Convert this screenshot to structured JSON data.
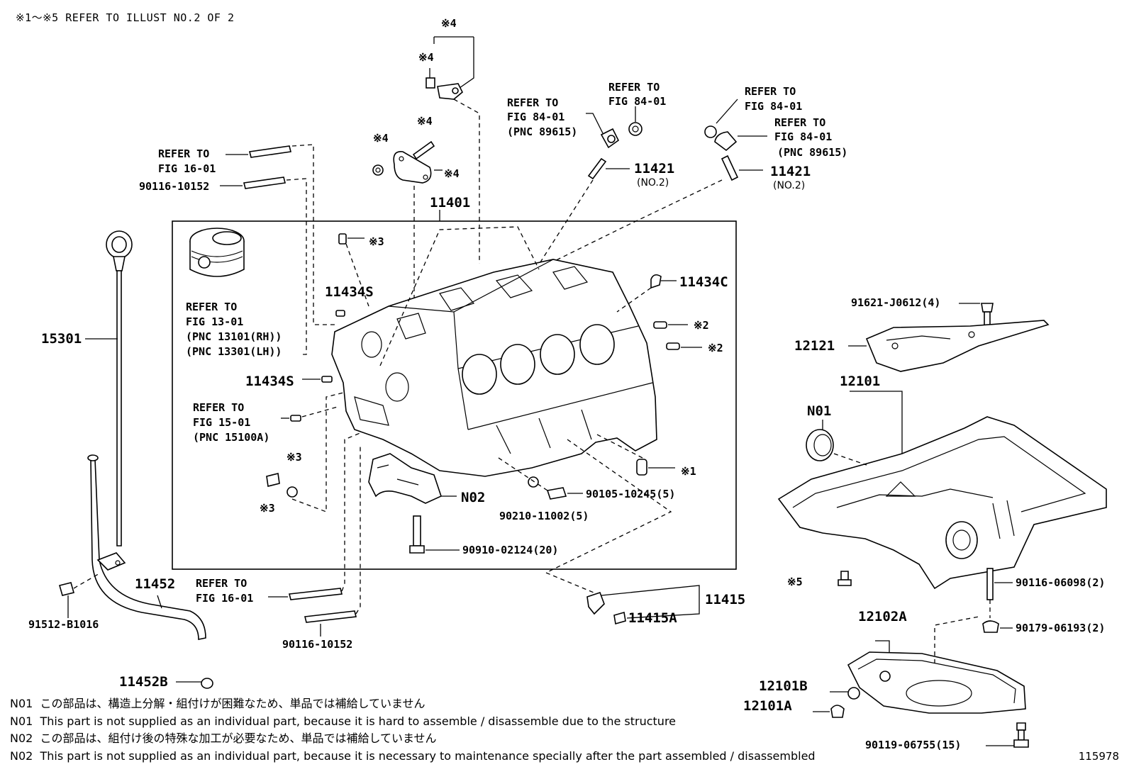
{
  "header_note": "※1～※5 REFER TO ILLUST NO.2 OF 2",
  "figure_number": "115978",
  "labels": {
    "m4_top": "※4",
    "m4_a": "※4",
    "m4_b": "※4",
    "m4_c": "※4",
    "m4_d": "※4",
    "m3_a": "※3",
    "m3_b": "※3",
    "m3_c": "※3",
    "m2_a": "※2",
    "m2_b": "※2",
    "m1": "※1",
    "m5": "※5",
    "refer_to": "REFER TO",
    "fig_16_01": "FIG 16-01",
    "fig_84_01": "FIG 84-01",
    "fig_13_01": "FIG 13-01",
    "fig_15_01": "FIG 15-01",
    "pnc_89615": "(PNC 89615)",
    "pnc_13101": "(PNC 13101(RH))",
    "pnc_13301": "(PNC 13301(LH))",
    "pnc_15100a": "(PNC 15100A)",
    "no2": "(NO.2)",
    "p11401": "11401",
    "p11421": "11421",
    "p11434s": "11434S",
    "p11434c": "11434C",
    "p15301": "15301",
    "p11452": "11452",
    "p11452b": "11452B",
    "p91512": "91512-B1016",
    "p90116_10152": "90116-10152",
    "pN02": "N02",
    "pN01": "N01",
    "p90105": "90105-10245(5)",
    "p90210": "90210-11002(5)",
    "p90910": "90910-02124(20)",
    "p11415": "11415",
    "p11415a": "11415A",
    "p91621": "91621-J0612(4)",
    "p12121": "12121",
    "p12101": "12101",
    "p90116_06098": "90116-06098(2)",
    "p90179": "90179-06193(2)",
    "p12102a": "12102A",
    "p12101b": "12101B",
    "p12101a": "12101A",
    "p90119": "90119-06755(15)"
  },
  "notes": [
    {
      "code": "N01",
      "text": "この部品は、構造上分解・組付けが困難なため、単品では補給していません"
    },
    {
      "code": "N01",
      "text": "This part is not supplied as an individual part, because it is hard to assemble / disassemble due to the structure"
    },
    {
      "code": "N02",
      "text": "この部品は、組付け後の特殊な加工が必要なため、単品では補給していません"
    },
    {
      "code": "N02",
      "text": "This part is not supplied as an individual part, because it is necessary to maintenance specially after the part assembled / disassembled"
    }
  ]
}
